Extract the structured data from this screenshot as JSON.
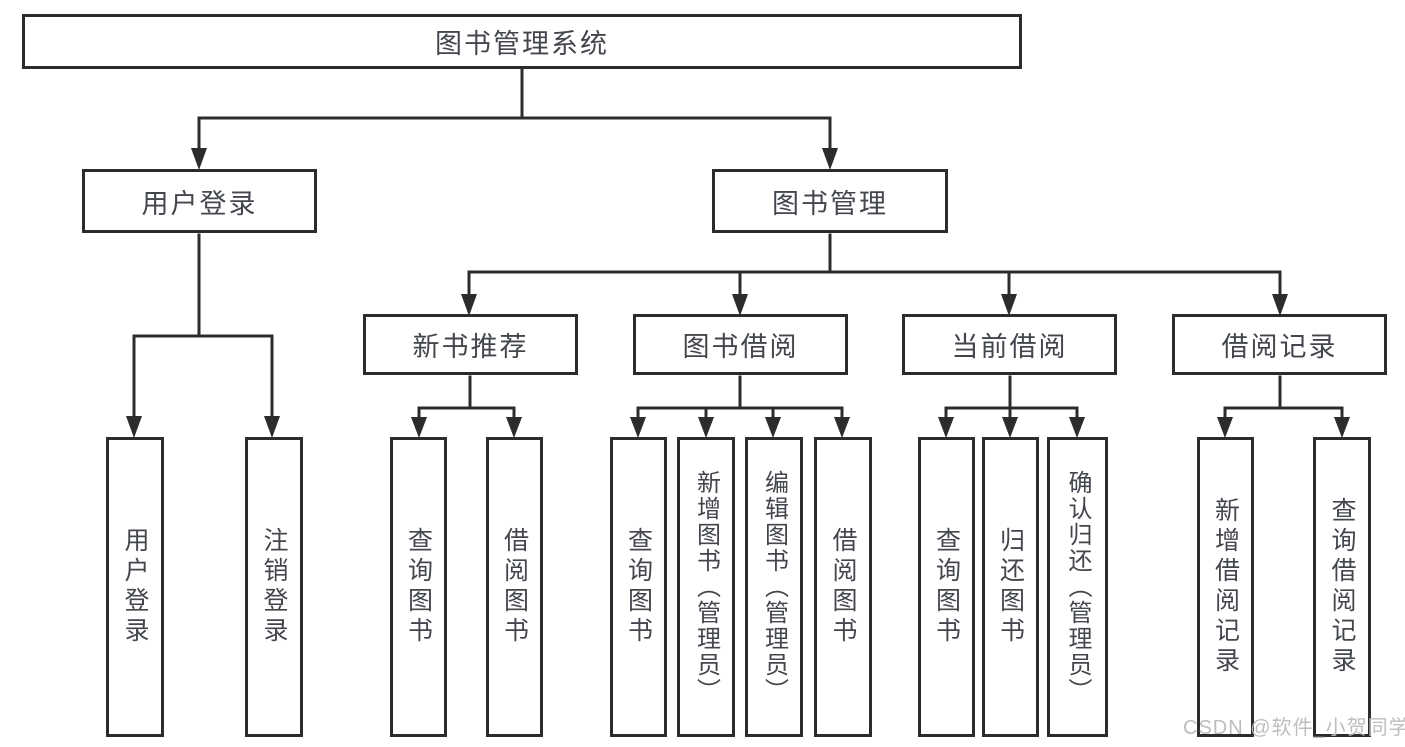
{
  "diagram_type": "hierarchy-tree",
  "colors": {
    "background": "#ffffff",
    "box_border": "#2c2c2c",
    "connector": "#2c2c2c",
    "text": "#43474d",
    "watermark": "#babbbe"
  },
  "tree": {
    "label": "图书管理系统",
    "children": [
      {
        "label": "用户登录",
        "children": [
          {
            "label": "用户登录"
          },
          {
            "label": "注销登录"
          }
        ]
      },
      {
        "label": "图书管理",
        "children": [
          {
            "label": "新书推荐",
            "children": [
              {
                "label": "查询图书"
              },
              {
                "label": "借阅图书"
              }
            ]
          },
          {
            "label": "图书借阅",
            "children": [
              {
                "label": "查询图书"
              },
              {
                "label": "新增图书（管理员）"
              },
              {
                "label": "编辑图书（管理员）"
              },
              {
                "label": "借阅图书"
              }
            ]
          },
          {
            "label": "当前借阅",
            "children": [
              {
                "label": "查询图书"
              },
              {
                "label": "归还图书"
              },
              {
                "label": "确认归还（管理员）"
              }
            ]
          },
          {
            "label": "借阅记录",
            "children": [
              {
                "label": "新增借阅记录"
              },
              {
                "label": "查询借阅记录"
              }
            ]
          }
        ]
      }
    ]
  },
  "watermark": {
    "text": "CSDN @软件_小贺同学"
  }
}
